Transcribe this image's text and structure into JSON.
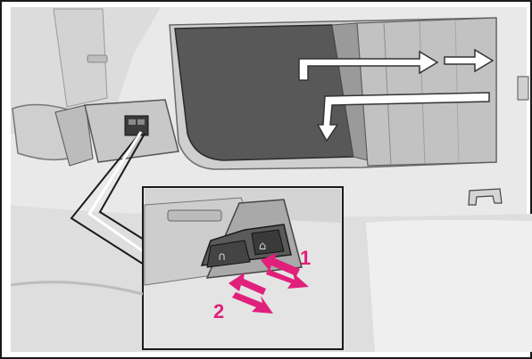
{
  "illustration": {
    "subject": "sunroof-switch",
    "callouts": [
      {
        "label": "1"
      },
      {
        "label": "2"
      }
    ],
    "colors": {
      "background": "#ffffff",
      "headliner": "#e9e9e9",
      "glass": "#5a5a5a",
      "accent_arrows": "#e0207a",
      "motion_arrows": "#ffffff",
      "outline": "#1a1a1a"
    }
  }
}
